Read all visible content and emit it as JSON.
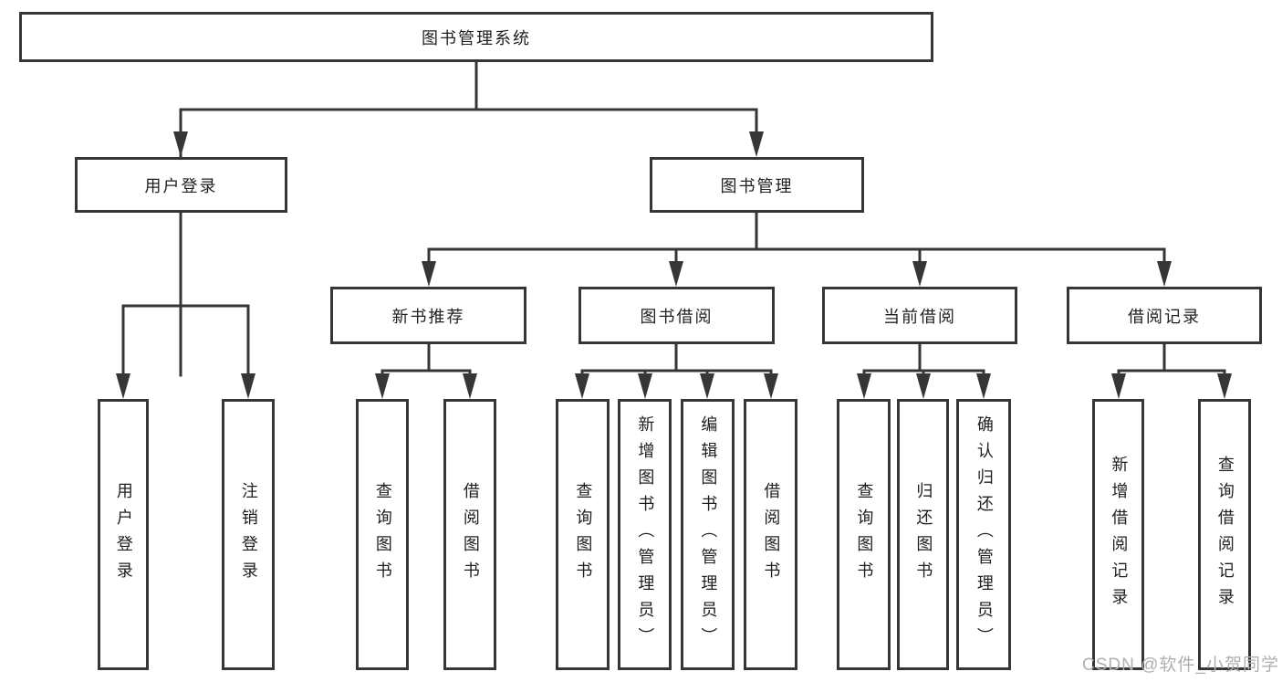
{
  "diagram": {
    "root": {
      "label": "图书管理系统"
    },
    "level2": [
      {
        "label": "用户登录"
      },
      {
        "label": "图书管理"
      }
    ],
    "level3": [
      {
        "label": "新书推荐"
      },
      {
        "label": "图书借阅"
      },
      {
        "label": "当前借阅"
      },
      {
        "label": "借阅记录"
      }
    ],
    "leaves": {
      "user_login": [
        "用户登录",
        "注销登录"
      ],
      "new_book_recommend": [
        "查询图书",
        "借阅图书"
      ],
      "book_borrow": [
        "查询图书",
        "新增图书（管理员）",
        "编辑图书（管理员）",
        "借阅图书"
      ],
      "current_borrow": [
        "查询图书",
        "归还图书",
        "确认归还（管理员）"
      ],
      "borrow_records": [
        "新增借阅记录",
        "查询借阅记录"
      ]
    }
  },
  "watermark": {
    "text": "CSDN @软件_小贺同学"
  },
  "colors": {
    "line": "#363636",
    "box_border": "#363636",
    "text": "#1f1f1f",
    "watermark": "#b0b0b0",
    "background": "#ffffff"
  }
}
